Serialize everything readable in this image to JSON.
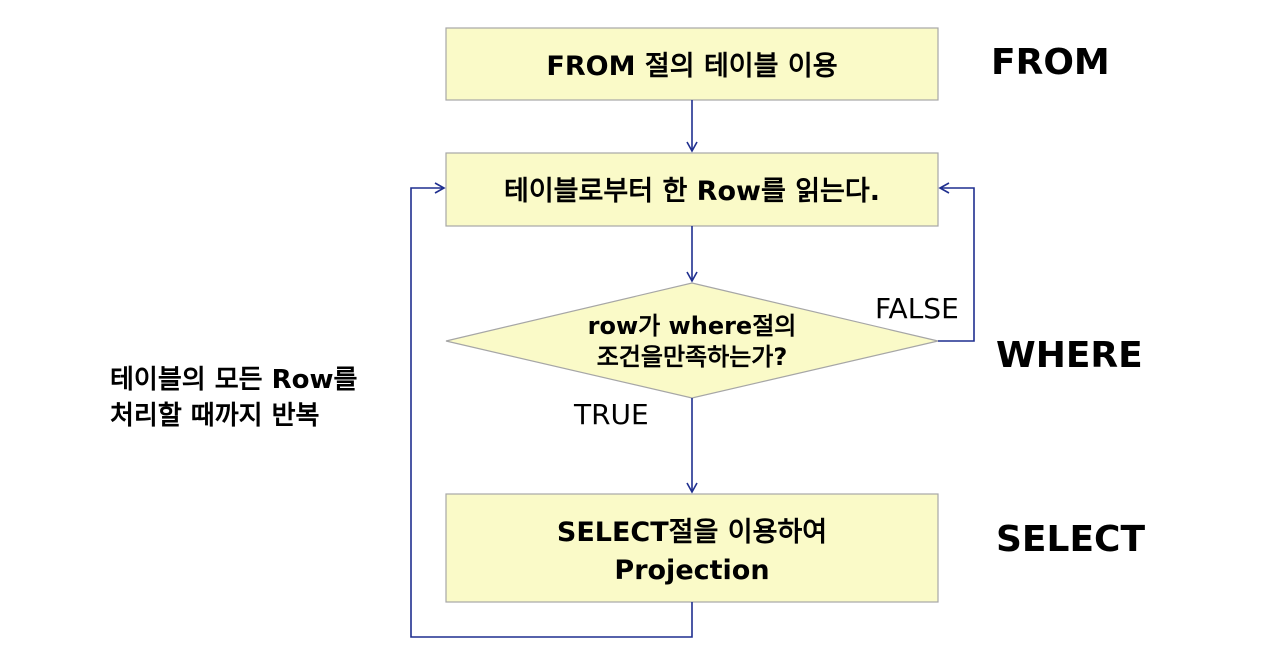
{
  "nodes": {
    "from_box": "FROM 절의 테이블 이용",
    "read_row": "테이블로부터 한 Row를 읽는다.",
    "decision": {
      "line1": "row가 where절의",
      "line2": "조건을만족하는가?"
    },
    "select_box": {
      "line1": "SELECT절을 이용하여",
      "line2": "Projection"
    }
  },
  "branches": {
    "false_label": "FALSE",
    "true_label": "TRUE"
  },
  "stages": {
    "from": "FROM",
    "where": "WHERE",
    "select": "SELECT"
  },
  "loop_note": {
    "line1": "테이블의 모든 Row를",
    "line2": "처리할 때까지 반복"
  },
  "colors": {
    "box_fill": "#fafac8",
    "box_border": "#a6a6a6",
    "connector": "#1f2f8f"
  }
}
